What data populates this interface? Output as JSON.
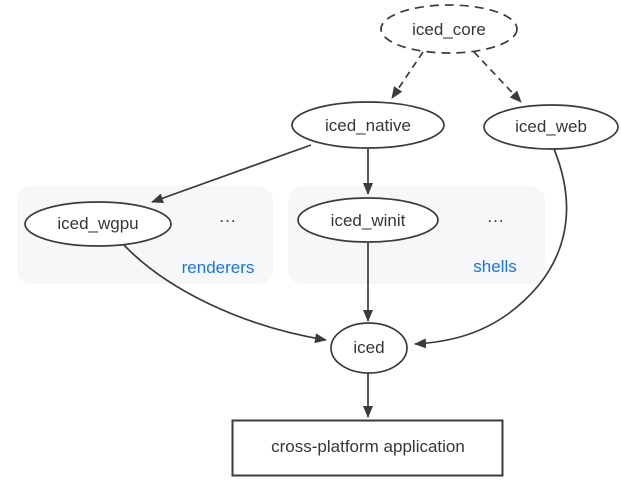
{
  "diagram": {
    "type": "dependency-graph",
    "nodes": {
      "iced_core": {
        "label": "iced_core",
        "shape": "ellipse",
        "style": "dashed"
      },
      "iced_native": {
        "label": "iced_native",
        "shape": "ellipse",
        "style": "solid"
      },
      "iced_web": {
        "label": "iced_web",
        "shape": "ellipse",
        "style": "solid"
      },
      "iced_wgpu": {
        "label": "iced_wgpu",
        "shape": "ellipse",
        "style": "solid",
        "group": "renderers"
      },
      "iced_winit": {
        "label": "iced_winit",
        "shape": "ellipse",
        "style": "solid",
        "group": "shells"
      },
      "iced": {
        "label": "iced",
        "shape": "ellipse",
        "style": "solid"
      },
      "app": {
        "label": "cross-platform application",
        "shape": "rect",
        "style": "solid"
      }
    },
    "groups": {
      "renderers": {
        "label": "renderers",
        "ellipsis": "...",
        "label_color": "#1a73e8"
      },
      "shells": {
        "label": "shells",
        "ellipsis": "...",
        "label_color": "#1a73e8"
      }
    },
    "edges": [
      {
        "from": "iced_core",
        "to": "iced_native",
        "style": "dashed"
      },
      {
        "from": "iced_core",
        "to": "iced_web",
        "style": "dashed"
      },
      {
        "from": "iced_native",
        "to": "iced_wgpu",
        "style": "solid"
      },
      {
        "from": "iced_native",
        "to": "iced_winit",
        "style": "solid"
      },
      {
        "from": "iced_wgpu",
        "to": "iced",
        "style": "solid"
      },
      {
        "from": "iced_winit",
        "to": "iced",
        "style": "solid"
      },
      {
        "from": "iced_web",
        "to": "iced",
        "style": "solid"
      },
      {
        "from": "iced",
        "to": "app",
        "style": "solid"
      }
    ],
    "colors": {
      "stroke": "#3b3b3b",
      "text": "#363636",
      "accent": "#1a73e8",
      "group_fill": "#f5f7f9",
      "background": "#ffffff"
    }
  }
}
